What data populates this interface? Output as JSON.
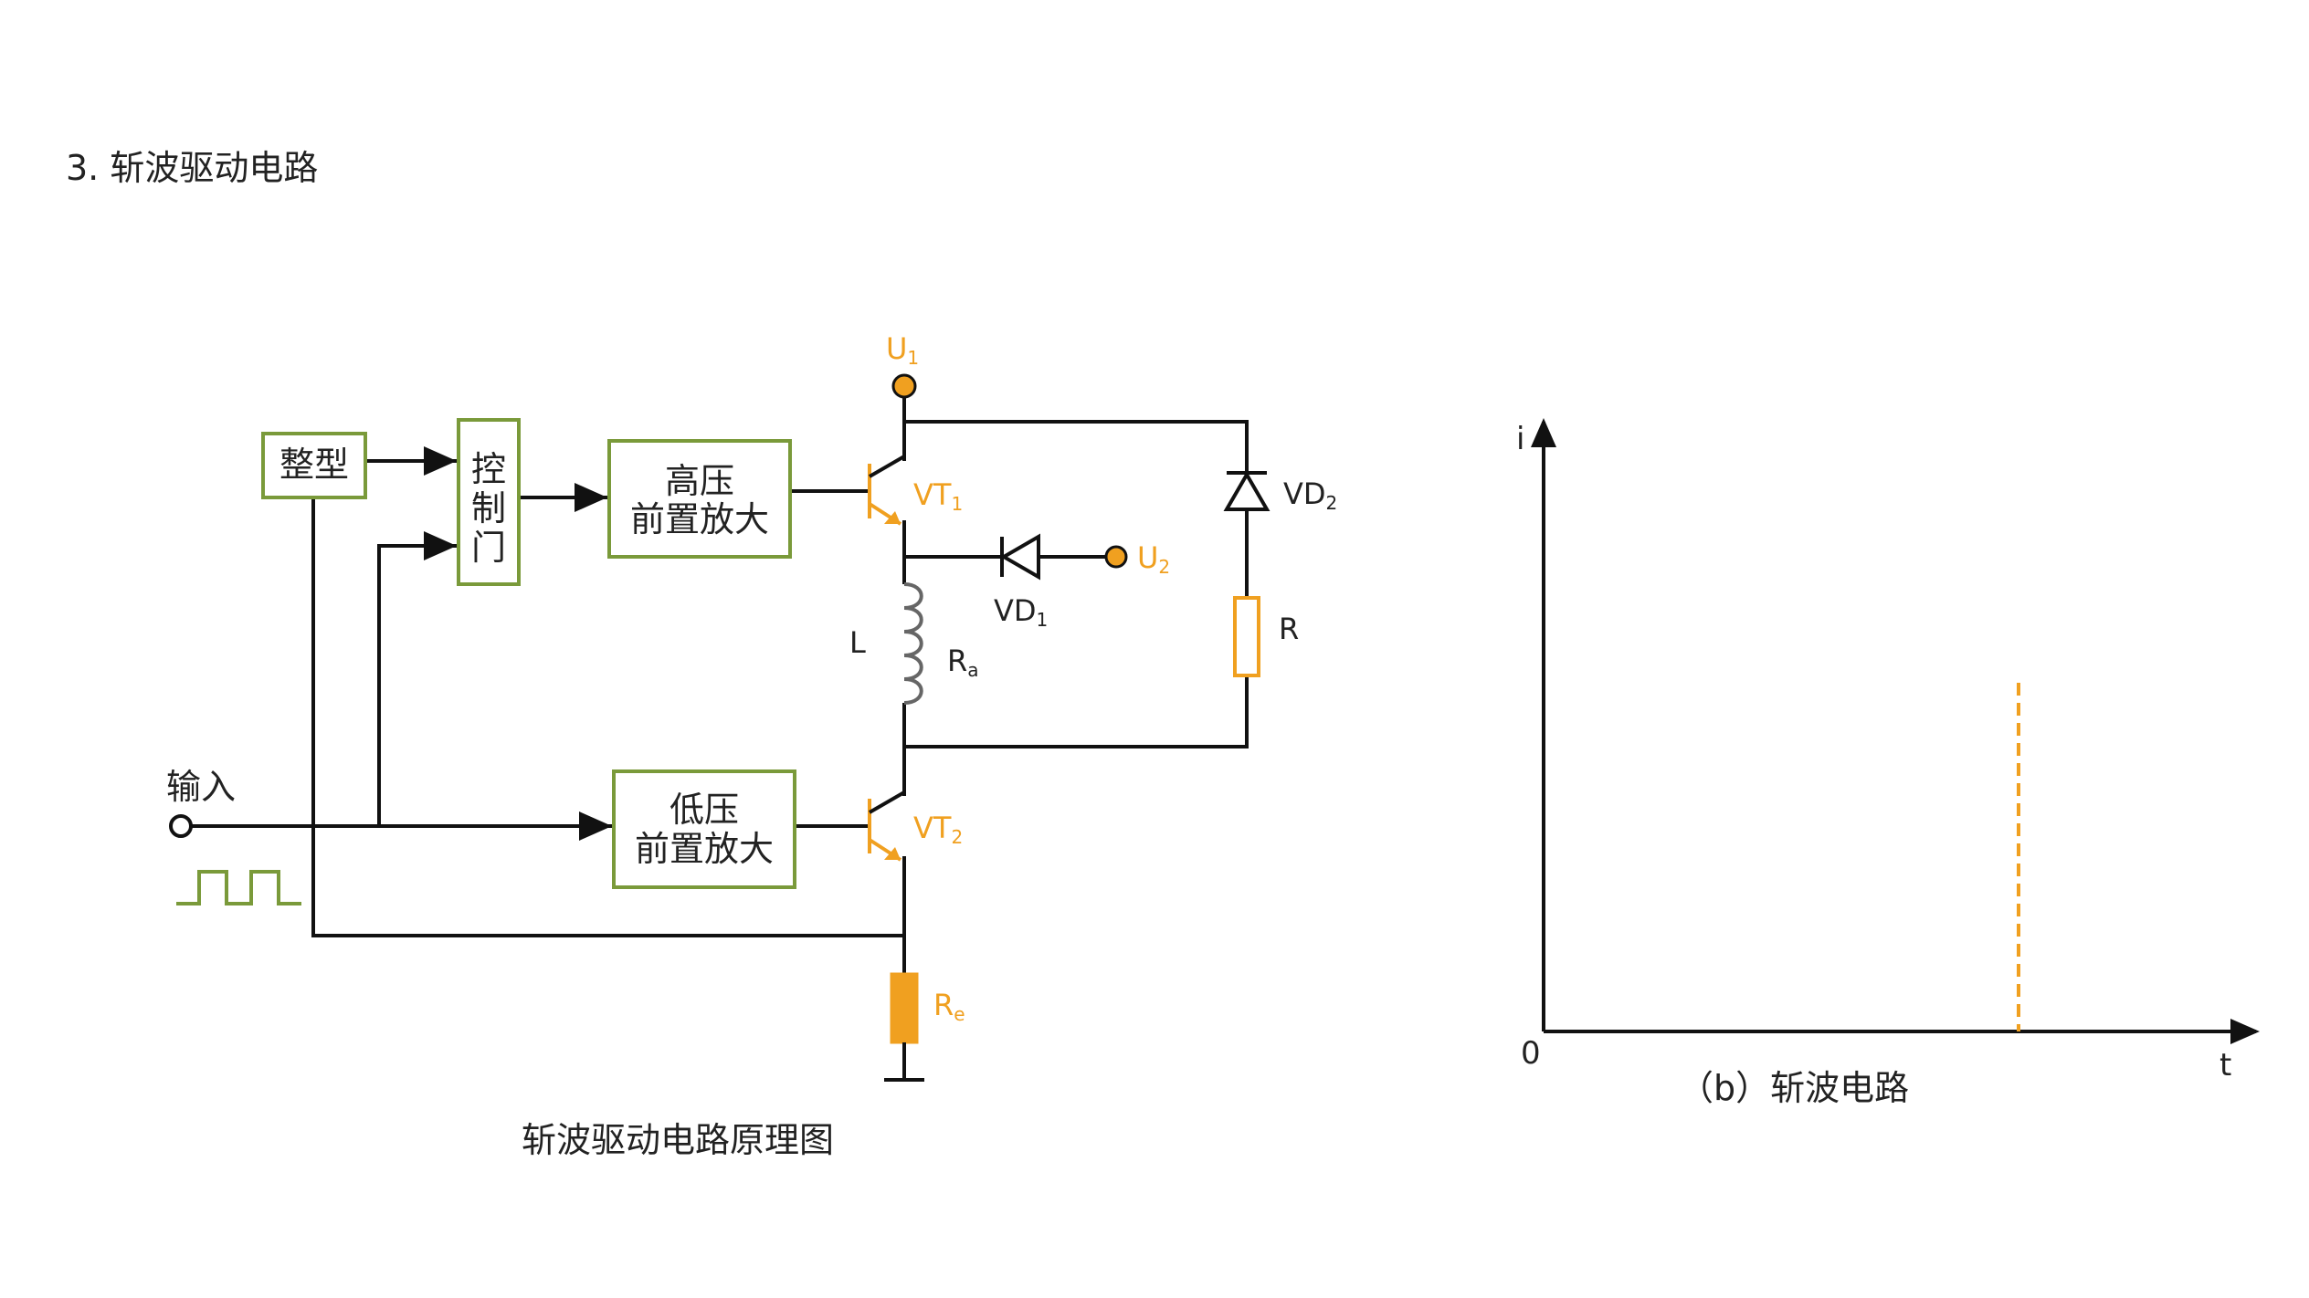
{
  "heading": "3. 斩波驱动电路",
  "blocks": {
    "shaping": "整型",
    "control_gate": [
      "控",
      "制",
      "门"
    ],
    "hv_preamp": [
      "高压",
      "前置放大"
    ],
    "lv_preamp": [
      "低压",
      "前置放大"
    ]
  },
  "labels": {
    "input": "输入",
    "u1": "U",
    "u1_sub": "1",
    "u2": "U",
    "u2_sub": "2",
    "vt1": "VT",
    "vt1_sub": "1",
    "vt2": "VT",
    "vt2_sub": "2",
    "vd1": "VD",
    "vd1_sub": "1",
    "vd2": "VD",
    "vd2_sub": "2",
    "l": "L",
    "ra": "R",
    "ra_sub": "a",
    "r": "R",
    "re": "R",
    "re_sub": "e"
  },
  "left_caption": "斩波驱动电路原理图",
  "graph": {
    "y_axis": "i",
    "x_axis": "t",
    "origin": "0",
    "caption": "（b）斩波电路"
  },
  "colors": {
    "accent": "#f0a020",
    "block_border": "#7a9a3a",
    "wire": "#111111"
  }
}
